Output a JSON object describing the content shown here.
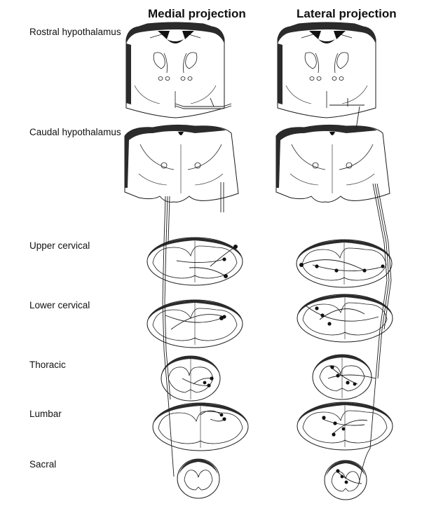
{
  "columns": {
    "medial": "Medial projection",
    "lateral": "Lateral projection"
  },
  "rows": [
    {
      "id": "rostral-hypothalamus",
      "label": "Rostral hypothalamus"
    },
    {
      "id": "caudal-hypothalamus",
      "label": "Caudal hypothalamus"
    },
    {
      "id": "upper-cervical",
      "label": "Upper cervical"
    },
    {
      "id": "lower-cervical",
      "label": "Lower cervical"
    },
    {
      "id": "thoracic",
      "label": "Thoracic"
    },
    {
      "id": "lumbar",
      "label": "Lumbar"
    },
    {
      "id": "sacral",
      "label": "Sacral"
    }
  ],
  "colors": {
    "ink": "#1a1a1a",
    "shade": "#2b2b2b",
    "background": "#ffffff"
  }
}
